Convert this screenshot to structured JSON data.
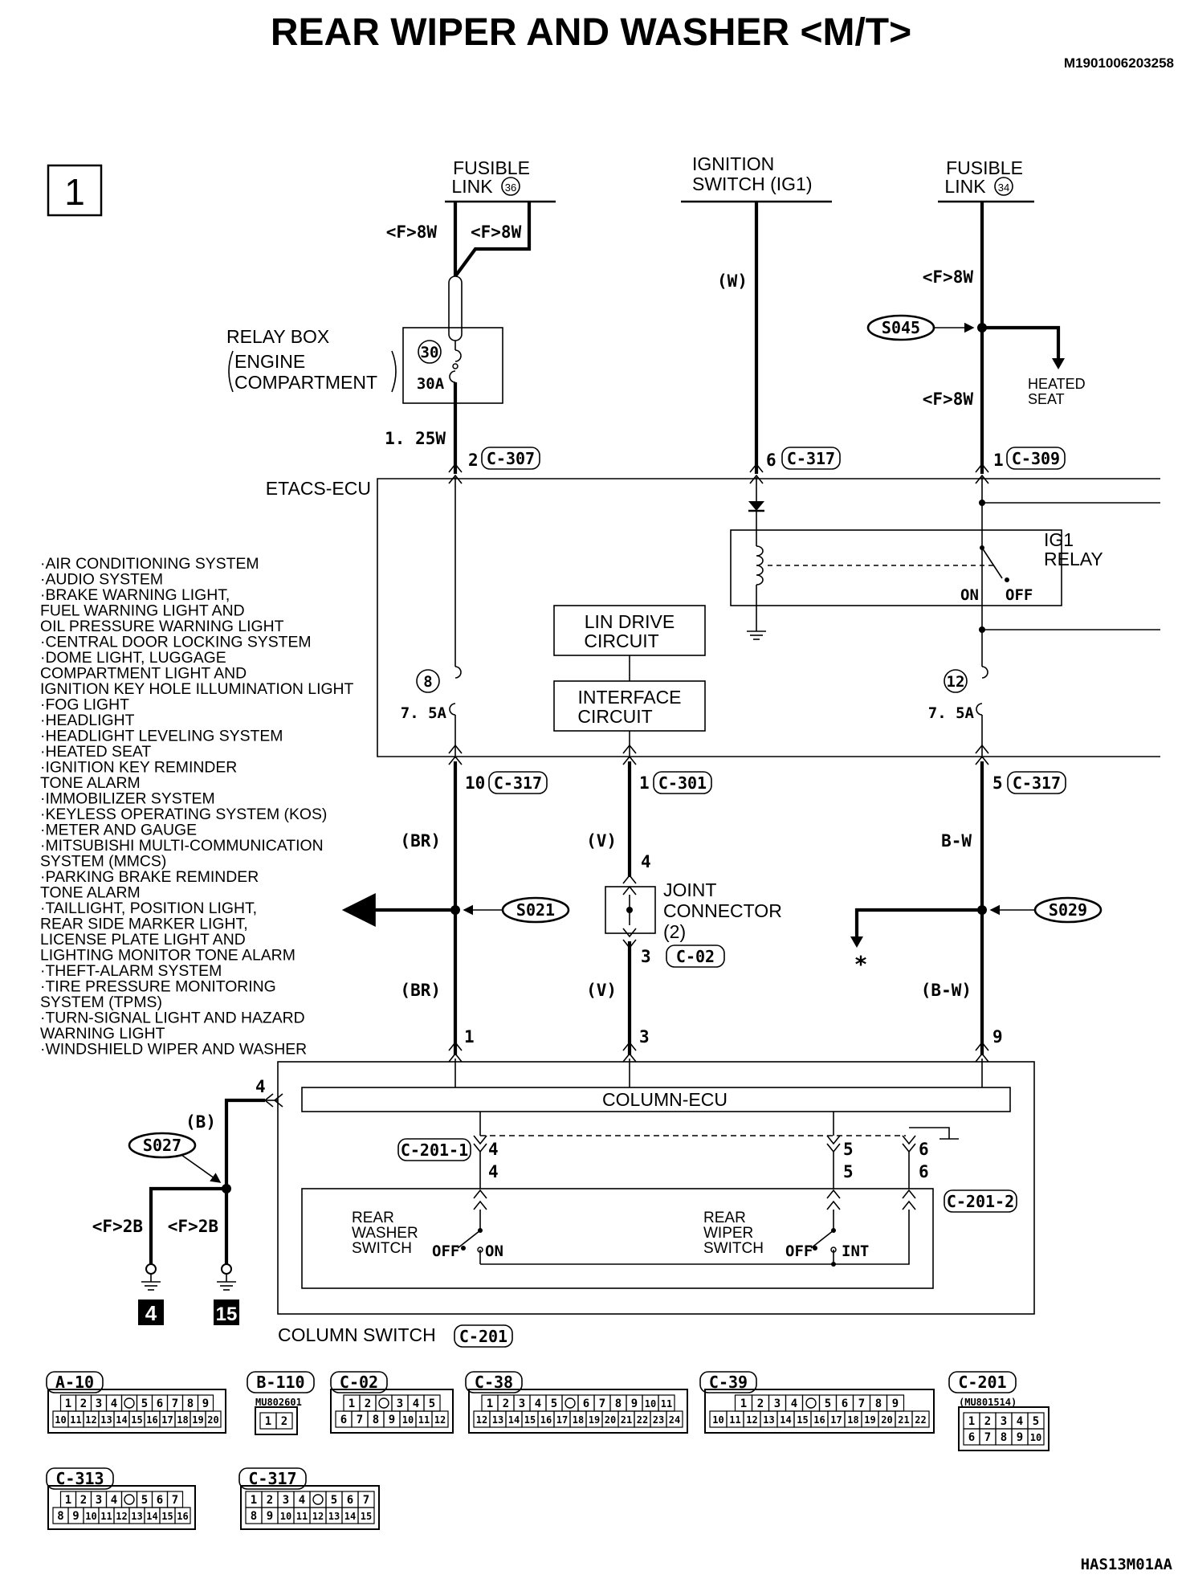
{
  "title": "REAR WIPER AND WASHER <M/T>",
  "doc_id": "M1901006203258",
  "footer_code": "HAS13M01AA",
  "page_number": "1",
  "sources": {
    "fusible_link_36": {
      "line1": "FUSIBLE",
      "line2": "LINK",
      "num": "36"
    },
    "ignition_switch": {
      "line1": "IGNITION",
      "line2": "SWITCH (IG1)"
    },
    "fusible_link_34": {
      "line1": "FUSIBLE",
      "line2": "LINK",
      "num": "34"
    }
  },
  "wire_labels": {
    "f8w_a": "<F>8W",
    "f8w_b": "<F>8W",
    "w": "(W)",
    "f8w_c": "<F>8W",
    "f8w_d": "<F>8W",
    "w125": "1. 25W",
    "br1": "(BR)",
    "br2": "(BR)",
    "v1": "(V)",
    "v2": "(V)",
    "bw1": "B-W",
    "bw2": "(B-W)",
    "b": "(B)",
    "f2b_a": "<F>2B",
    "f2b_b": "<F>2B"
  },
  "splices": {
    "s045": "S045",
    "s021": "S021",
    "s029": "S029",
    "s027": "S027"
  },
  "heated_seat": {
    "line1": "HEATED",
    "line2": "SEAT"
  },
  "relay_box": {
    "line1": "RELAY BOX",
    "line2": "ENGINE",
    "line3": "COMPARTMENT",
    "fuse_num": "30",
    "fuse_rating": "30A"
  },
  "etacs": {
    "label": "ETACS-ECU",
    "ig1_relay_1": "IG1",
    "ig1_relay_2": "RELAY",
    "on": "ON",
    "off": "OFF",
    "lin_1": "LIN DRIVE",
    "lin_2": "CIRCUIT",
    "iface_1": "INTERFACE",
    "iface_2": "CIRCUIT",
    "fuse8_num": "8",
    "fuse8_rating": "7. 5A",
    "fuse12_num": "12",
    "fuse12_rating": "7. 5A"
  },
  "pins": {
    "p2": "2",
    "c307": "C-307",
    "p6": "6",
    "c317a": "C-317",
    "p1": "1",
    "c309": "C-309",
    "p10": "10",
    "c317b": "C-317",
    "p1b": "1",
    "c301": "C-301",
    "p5": "5",
    "c317c": "C-317",
    "p4": "4",
    "p3": "3",
    "c02": "C-02",
    "col1": "1",
    "col3": "3",
    "col9": "9",
    "col4": "4",
    "c2011": "C-201-1",
    "c2012": "C-201-2",
    "a4": "4",
    "b4": "4",
    "a5": "5",
    "b5": "5",
    "a6": "6",
    "b6": "6"
  },
  "joint_connector": {
    "line1": "JOINT",
    "line2": "CONNECTOR",
    "line3": "(2)"
  },
  "systems": [
    "·AIR CONDITIONING SYSTEM",
    "·AUDIO SYSTEM",
    "·BRAKE WARNING LIGHT,",
    " FUEL WARNING LIGHT AND",
    " OIL PRESSURE WARNING LIGHT",
    "·CENTRAL DOOR LOCKING SYSTEM",
    "·DOME LIGHT, LUGGAGE",
    " COMPARTMENT LIGHT AND",
    " IGNITION KEY HOLE ILLUMINATION LIGHT",
    "·FOG LIGHT",
    "·HEADLIGHT",
    "·HEADLIGHT LEVELING SYSTEM",
    "·HEATED SEAT",
    "·IGNITION KEY REMINDER",
    " TONE ALARM",
    "·IMMOBILIZER SYSTEM",
    "·KEYLESS OPERATING SYSTEM (KOS)",
    "·METER AND GAUGE",
    "·MITSUBISHI MULTI-COMMUNICATION",
    " SYSTEM (MMCS)",
    "·PARKING BRAKE REMINDER",
    " TONE ALARM",
    "·TAILLIGHT, POSITION LIGHT,",
    " REAR SIDE MARKER LIGHT,",
    " LICENSE PLATE LIGHT AND",
    " LIGHTING MONITOR TONE ALARM",
    "·THEFT-ALARM SYSTEM",
    "·TIRE PRESSURE MONITORING",
    " SYSTEM (TPMS)",
    "·TURN-SIGNAL LIGHT AND HAZARD",
    " WARNING LIGHT",
    "·WINDSHIELD WIPER AND WASHER"
  ],
  "column_ecu": "COLUMN-ECU",
  "column_switch": {
    "label": "COLUMN SWITCH",
    "connector": "C-201"
  },
  "rear_washer": {
    "line1": "REAR",
    "line2": "WASHER",
    "line3": "SWITCH",
    "off": "OFF",
    "on": "ON"
  },
  "rear_wiper": {
    "line1": "REAR",
    "line2": "WIPER",
    "line3": "SWITCH",
    "off": "OFF",
    "int": "INT"
  },
  "grounds": {
    "g4": "4",
    "g15": "15"
  },
  "asterisk": "*",
  "connectors": {
    "a10": {
      "name": "A-10",
      "row1": [
        "1",
        "2",
        "3",
        "4",
        "",
        "5",
        "6",
        "7",
        "8",
        "9"
      ],
      "row2": [
        "10",
        "11",
        "12",
        "13",
        "14",
        "15",
        "16",
        "17",
        "18",
        "19",
        "20"
      ]
    },
    "b110": {
      "name": "B-110",
      "part": "MU802601",
      "row1": [
        "1",
        "2"
      ]
    },
    "c02": {
      "name": "C-02",
      "row1": [
        "1",
        "2",
        "",
        "3",
        "4",
        "5"
      ],
      "row2": [
        "6",
        "7",
        "8",
        "9",
        "10",
        "11",
        "12"
      ]
    },
    "c38": {
      "name": "C-38",
      "row1": [
        "1",
        "2",
        "3",
        "4",
        "5",
        "",
        "6",
        "7",
        "8",
        "9",
        "10",
        "11"
      ],
      "row2": [
        "12",
        "13",
        "14",
        "15",
        "16",
        "17",
        "18",
        "19",
        "20",
        "21",
        "22",
        "23",
        "24"
      ]
    },
    "c39": {
      "name": "C-39",
      "row1": [
        "1",
        "2",
        "3",
        "4",
        "",
        "5",
        "6",
        "7",
        "8",
        "9"
      ],
      "row2": [
        "10",
        "11",
        "12",
        "13",
        "14",
        "15",
        "16",
        "17",
        "18",
        "19",
        "20",
        "21",
        "22"
      ]
    },
    "c201": {
      "name": "C-201",
      "part": "(MU801514)",
      "row1": [
        "1",
        "2",
        "3",
        "4",
        "5"
      ],
      "row2": [
        "6",
        "7",
        "8",
        "9",
        "10"
      ]
    },
    "c313": {
      "name": "C-313",
      "row1": [
        "1",
        "2",
        "3",
        "4",
        "",
        "5",
        "6",
        "7"
      ],
      "row2": [
        "8",
        "9",
        "10",
        "11",
        "12",
        "13",
        "14",
        "15",
        "16"
      ]
    },
    "c317": {
      "name": "C-317",
      "row1": [
        "1",
        "2",
        "3",
        "4",
        "",
        "5",
        "6",
        "7"
      ],
      "row2": [
        "8",
        "9",
        "10",
        "11",
        "12",
        "13",
        "14",
        "15"
      ]
    }
  }
}
